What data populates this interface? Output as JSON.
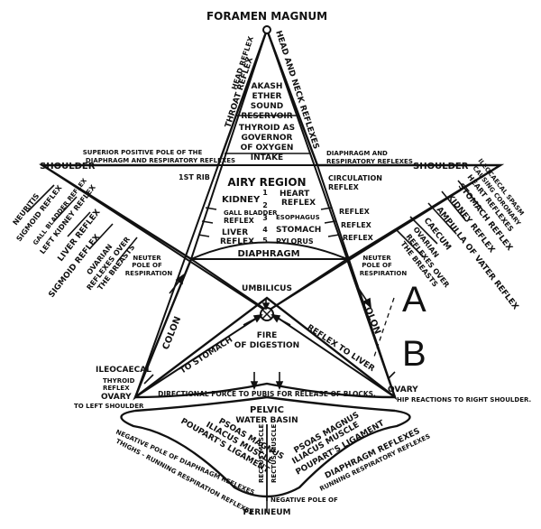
{
  "diagram": {
    "top": {
      "foramen_magnum": "FORAMEN MAGNUM",
      "head_reflex": "HEAD REFLEX",
      "throat_reflex": "THROAT REFLEX",
      "head_neck_reflexes": "HEAD AND NECK REFLEXES"
    },
    "apex": {
      "akash": "AKASH",
      "ether": "ETHER",
      "sound": "SOUND",
      "reservoir": "RESERVOIR",
      "thyroid_as": "THYROID AS",
      "governor": "GOVERNOR",
      "of_oxygen": "OF OXYGEN",
      "intake": "INTAKE"
    },
    "left_arm": {
      "superior_pole": "SUPERIOR POSITIVE POLE OF THE",
      "diaphragm_respiratory": "DIAPHRAGM AND RESPIRATORY REFLEXES",
      "shoulder": "SHOULDER",
      "first_rib": "1ST RIB",
      "neuritis": "NEURITIS",
      "sigmoid_reflex_1": "SIGMOID REFLEX",
      "gall_bladder_reflex": "GALL BLADDER REFLEX",
      "left_kidney_reflex": "LEFT KIDNEY REFLEX",
      "liver_reflex": "LIVER REFLEX",
      "sigmoid_reflex_2": "SIGMOID REFLEX",
      "ovarian": "OVARIAN",
      "reflexes_over": "REFLEXES OVER",
      "the_breasts": "THE BREASTS"
    },
    "right_arm": {
      "diaphragm_respiratory": "DIAPHRAGM AND",
      "respiratory_reflexes": "RESPIRATORY REFLEXES",
      "shoulder": "SHOULDER",
      "circulation": "CIRCULATION",
      "reflex": "REFLEX",
      "ileocaecal_spasm": "ILEOCAECAL SPASM",
      "causing_coronary": "CAUSING CORONARY",
      "heart_reflexes": "HEART REFLEXES",
      "stomach_reflex": "STOMACH REFLEX",
      "kidney_reflex": "KIDNEY REFLEX",
      "ampulla": "AMPULLA OF VATER REFLEX",
      "caecum": "CAECUM",
      "ovarian": "OVARIAN",
      "reflexes_over": "REFLEXES OVER",
      "the_breasts": "THE BREASTS"
    },
    "center": {
      "airy_region": "AIRY REGION",
      "heart": "HEART",
      "reflex": "REFLEX",
      "kidney": "KIDNEY",
      "gall_bladder": "GALL BLADDER",
      "gb_reflex": "REFLEX",
      "liver": "LIVER",
      "liver_reflex": "REFLEX",
      "esophagus": "ESOPHAGUS",
      "stomach": "STOMACH",
      "pylorus": "PYLORUS",
      "reflex_1": "REFLEX",
      "reflex_2": "REFLEX",
      "reflex_3": "REFLEX",
      "diaphragm": "DIAPHRAGM",
      "nums": [
        "1",
        "2",
        "3",
        "4",
        "5"
      ]
    },
    "middle": {
      "neuter_left_1": "NEUTER",
      "neuter_left_2": "POLE OF",
      "neuter_left_3": "RESPIRATION",
      "neuter_right_1": "NEUTER",
      "neuter_right_2": "POLE OF",
      "neuter_right_3": "RESPIRATION",
      "umbilicus": "UMBILICUS",
      "fire": "FIRE",
      "of_digestion": "OF DIGESTION",
      "colon_left": "COLON",
      "colon_right": "COLON",
      "to_stomach": "TO STOMACH",
      "reflex_to_liver": "REFLEX TO LIVER"
    },
    "lower": {
      "ileocaecal": "ILEOCAECAL",
      "thyroid_reflex_1": "THYROID",
      "thyroid_reflex_2": "REFLEX",
      "ovary_left": "OVARY",
      "to_left_shoulder": "TO LEFT SHOULDER",
      "directional_force": "DIRECTIONAL FORCE TO PUBIS FOR RELEASE OF BLOCKS.",
      "ovary_right": "OVARY",
      "hip_reactions": "HIP REACTIONS TO RIGHT SHOULDER.",
      "pelvic": "PELVIC",
      "water_basin": "WATER BASIN"
    },
    "basin": {
      "psoas_left": "PSOAS MAGNUS",
      "iliacus_left": "ILIACUS MUSCLE",
      "pouparts_left": "POUPART'S LIGAMENT",
      "neg_pole_left": "NEGATIVE POLE OF DIAPHRAGM REFLEXES",
      "thighs_running": "THIGHS - RUNNING RESPIRATION REFLEXES",
      "rectus_1": "RECTUS MUSCLE",
      "rectus_2": "RECTUS MUSCLE",
      "psoas_right": "PSOAS MAGNUS",
      "iliacus_right": "ILIACUS MUSCLE",
      "pouparts_right": "POUPART'S LIGAMENT",
      "neg_pole_right": "DIAPHRAGM REFLEXES",
      "running_right": "RUNNING RESPIRATORY REFLEXES",
      "neg_pole_bottom": "NEGATIVE POLE OF",
      "perineum": "PERINEUM"
    },
    "markers": {
      "a": "A",
      "b": "B"
    }
  }
}
